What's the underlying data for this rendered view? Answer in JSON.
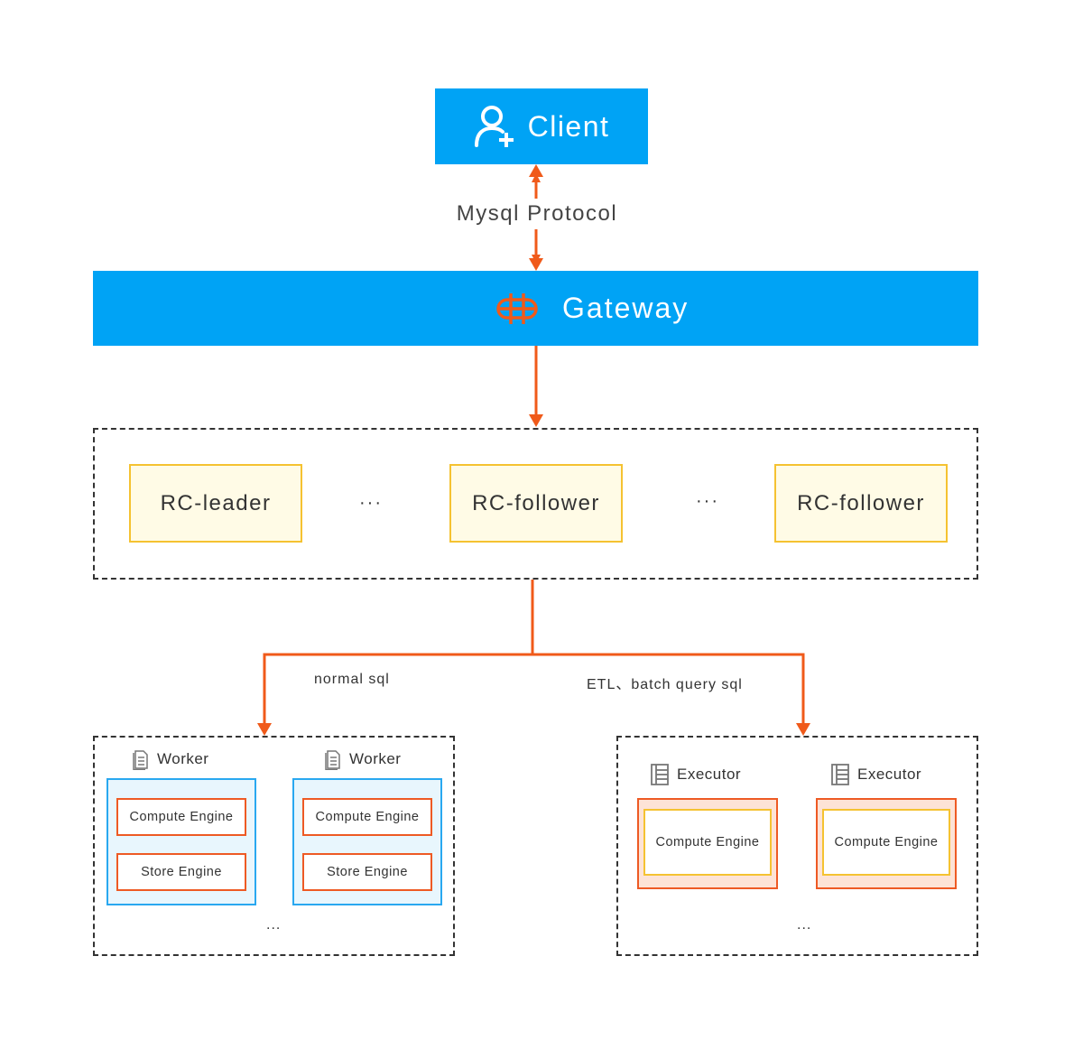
{
  "client": {
    "label": "Client",
    "icon": "add-user-icon"
  },
  "protocol": {
    "label": "Mysql Protocol"
  },
  "gateway": {
    "label": "Gateway",
    "icon": "gateway-icon"
  },
  "rc_nodes": [
    {
      "label": "RC-leader"
    },
    {
      "label": "RC-follower"
    },
    {
      "label": "RC-follower"
    }
  ],
  "rc_ellipsis": [
    "···",
    "···"
  ],
  "branches": {
    "left_label": "normal sql",
    "right_label": "ETL、batch query sql"
  },
  "workers": [
    {
      "title": "Worker",
      "icon": "document-icon",
      "compute_label": "Compute Engine",
      "store_label": "Store Engine"
    },
    {
      "title": "Worker",
      "icon": "document-icon",
      "compute_label": "Compute Engine",
      "store_label": "Store Engine"
    }
  ],
  "worker_more": "...",
  "executors": [
    {
      "title": "Executor",
      "icon": "server-icon",
      "compute_label": "Compute Engine"
    },
    {
      "title": "Executor",
      "icon": "server-icon",
      "compute_label": "Compute Engine"
    }
  ],
  "executor_more": "...",
  "colors": {
    "primary_blue": "#00a3f5",
    "arrow_orange": "#f05a1a",
    "rc_fill": "#fffbe6",
    "rc_border": "#f5c231",
    "worker_fill": "#e8f6fd",
    "executor_fill": "#fde3d6"
  }
}
